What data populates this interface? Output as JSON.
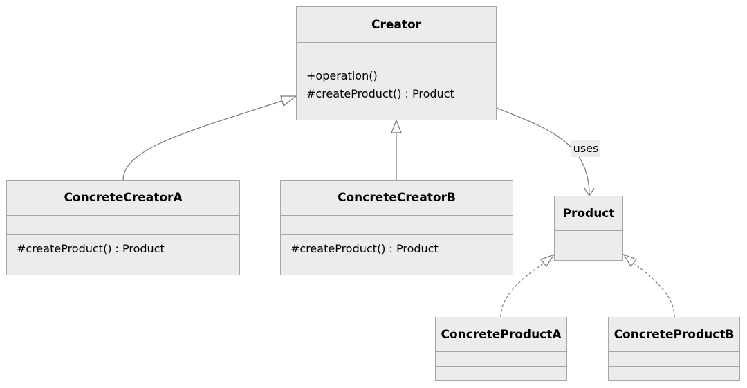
{
  "classes": {
    "creator": {
      "name": "Creator",
      "methods": [
        "+operation()",
        "#createProduct() : Product"
      ]
    },
    "concrete_creator_a": {
      "name": "ConcreteCreatorA",
      "methods": [
        "#createProduct() : Product"
      ]
    },
    "concrete_creator_b": {
      "name": "ConcreteCreatorB",
      "methods": [
        "#createProduct() : Product"
      ]
    },
    "product": {
      "name": "Product",
      "methods": []
    },
    "concrete_product_a": {
      "name": "ConcreteProductA",
      "methods": []
    },
    "concrete_product_b": {
      "name": "ConcreteProductB",
      "methods": []
    }
  },
  "relations": [
    {
      "from": "ConcreteCreatorA",
      "to": "Creator",
      "type": "inheritance"
    },
    {
      "from": "ConcreteCreatorB",
      "to": "Creator",
      "type": "inheritance"
    },
    {
      "from": "Creator",
      "to": "Product",
      "type": "association",
      "label": "uses"
    },
    {
      "from": "ConcreteProductA",
      "to": "Product",
      "type": "realization"
    },
    {
      "from": "ConcreteProductB",
      "to": "Product",
      "type": "realization"
    }
  ],
  "colors": {
    "box_fill": "#ececec",
    "box_border": "#a6a6a6",
    "line": "#777777"
  }
}
